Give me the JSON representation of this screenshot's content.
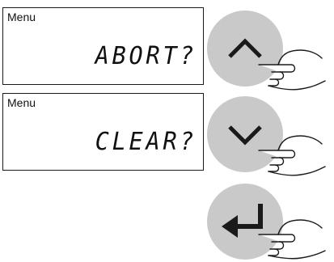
{
  "display_1": {
    "label": "Menu",
    "text": "ABORT?"
  },
  "display_2": {
    "label": "Menu",
    "text": "CLEAR?"
  },
  "buttons": [
    {
      "name": "up-button",
      "icon": "chevron-up-icon"
    },
    {
      "name": "down-button",
      "icon": "chevron-down-icon"
    },
    {
      "name": "enter-button",
      "icon": "enter-arrow-icon"
    }
  ],
  "colors": {
    "button_fill": "#c9c9c9",
    "outline": "#1a1a1a"
  }
}
